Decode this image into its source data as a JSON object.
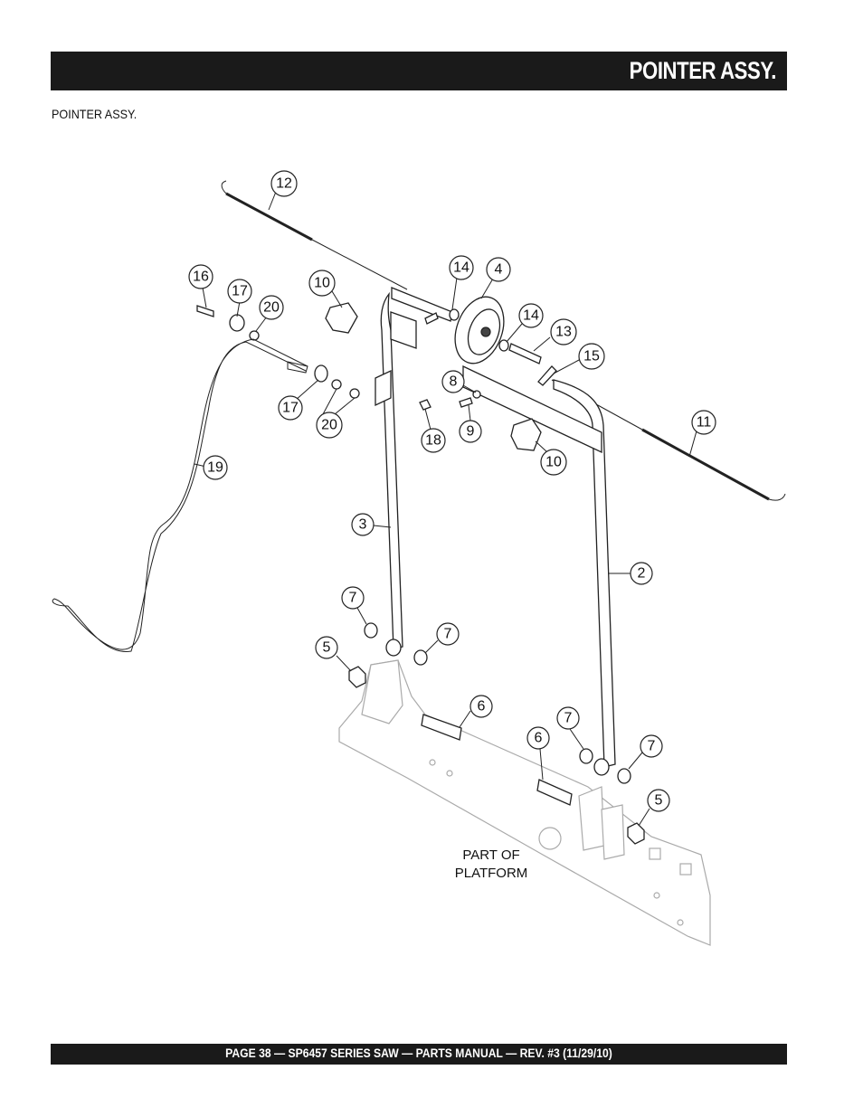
{
  "header": {
    "title": "POINTER ASSY."
  },
  "subtitle": "POINTER ASSY.",
  "footer": {
    "text": "PAGE 38 — SP6457 SERIES SAW  — PARTS MANUAL — REV. #3 (11/29/10)"
  },
  "diagram": {
    "platform_label_line1": "PART OF",
    "platform_label_line2": "PLATFORM",
    "callouts": [
      "12",
      "16",
      "17",
      "20",
      "10",
      "14",
      "4",
      "14",
      "13",
      "15",
      "8",
      "9",
      "17",
      "20",
      "18",
      "10",
      "11",
      "19",
      "3",
      "2",
      "7",
      "7",
      "5",
      "6",
      "6",
      "7",
      "7",
      "5"
    ]
  }
}
